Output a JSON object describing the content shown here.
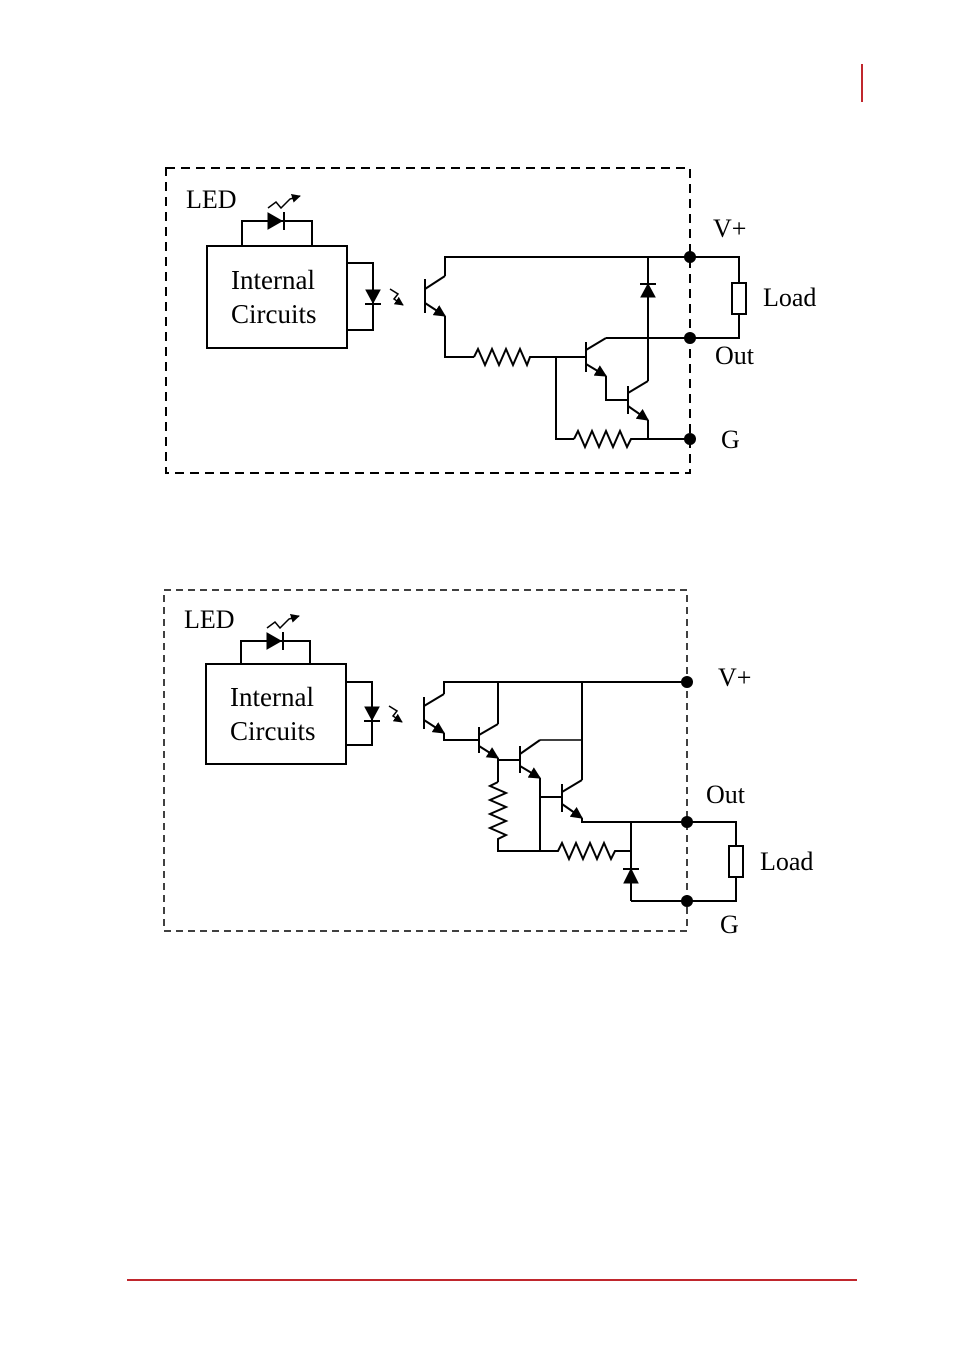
{
  "page": {
    "accent_color": "#c0272d"
  },
  "diagram_sink": {
    "led_label": "LED",
    "internal_line1": "Internal",
    "internal_line2": "Circuits",
    "vplus_label": "V+",
    "load_label": "Load",
    "out_label": "Out",
    "g_label": "G"
  },
  "diagram_source": {
    "led_label": "LED",
    "internal_line1": "Internal",
    "internal_line2": "Circuits",
    "vplus_label": "V+",
    "load_label": "Load",
    "out_label": "Out",
    "g_label": "G"
  }
}
